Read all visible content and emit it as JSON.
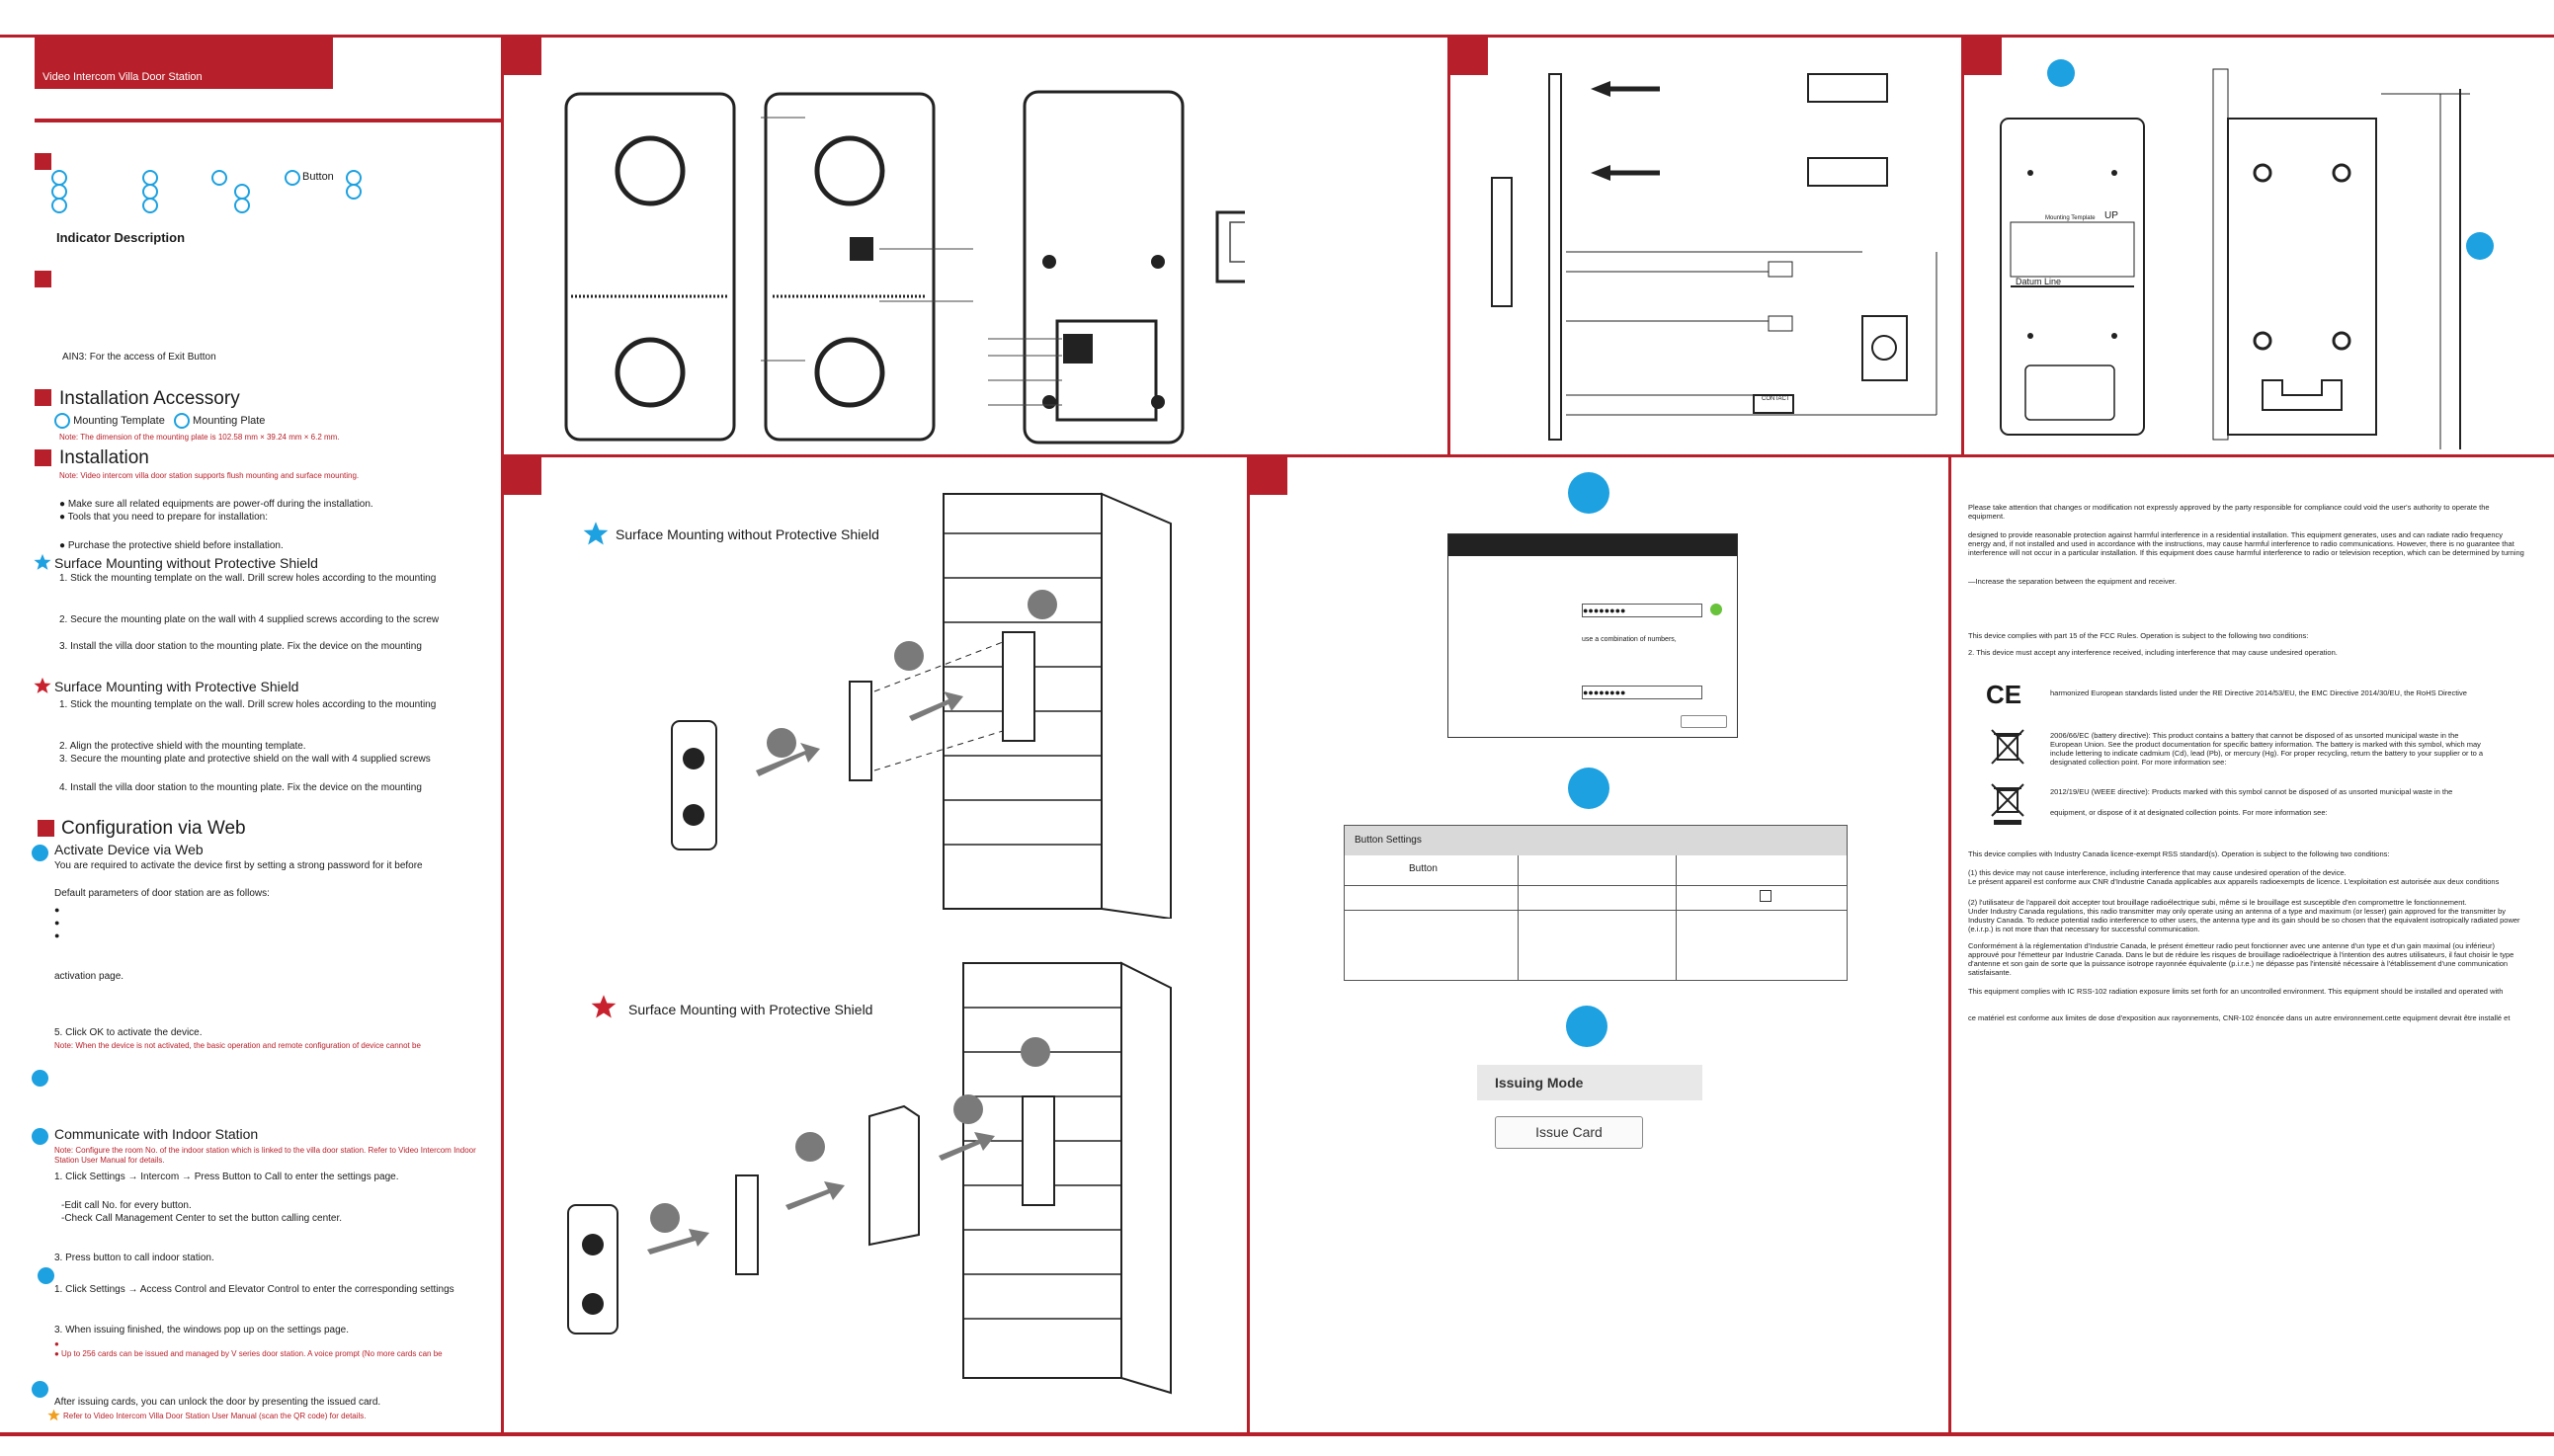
{
  "header": {
    "title": "Video Intercom Villa Door Station"
  },
  "left_column": {
    "button_label": "Button",
    "indicator_heading": "Indicator Description",
    "ain3_text": "AIN3: For the access of Exit Button",
    "accessory_heading": "Installation Accessory",
    "accessory_items": [
      "Mounting Template",
      "Mounting Plate"
    ],
    "accessory_note": "Note: The dimension of the mounting plate is 102.58 mm × 39.24 mm × 6.2 mm.",
    "installation_heading": "Installation",
    "installation_note": "Note: Video intercom villa door station supports flush mounting and surface mounting.",
    "prep_items": [
      "● Make sure all related equipments are power-off during the installation.",
      "● Tools that you need to prepare for installation:"
    ],
    "purchase_item": "● Purchase the protective shield before installation.",
    "surface_no_shield_heading": "Surface Mounting without Protective Shield",
    "no_shield_steps": [
      "1. Stick the mounting template on the wall. Drill screw holes according to the mounting",
      "2. Secure the mounting plate on the wall with 4 supplied screws according to the screw",
      "3. Install the villa door station to the mounting plate. Fix the device on the mounting"
    ],
    "surface_shield_heading": "Surface Mounting with Protective Shield",
    "shield_steps": [
      "1. Stick the mounting template on the wall. Drill screw holes according to the mounting",
      "2. Align the protective shield with the mounting template.",
      "3. Secure the mounting plate and protective shield on the wall with 4 supplied screws",
      "4. Install the villa door station to the mounting plate. Fix the device on the mounting"
    ],
    "config_heading": "Configuration via Web",
    "activate_heading": "Activate Device via Web",
    "activate_text": "You are required to activate the device first by setting a strong password for it before",
    "default_params": "Default parameters of door station are as follows:",
    "activation_page": "activation page.",
    "step5": "5. Click OK to activate the device.",
    "step5_note": "Note: When the device is not activated, the basic operation and remote configuration of device cannot be",
    "communicate_heading": "Communicate with Indoor Station",
    "communicate_note": "Note: Configure the room No. of the indoor station which is linked to the villa door station. Refer to Video Intercom Indoor Station User Manual for details.",
    "comm_step1": "1. Click Settings → Intercom → Press Button to Call to enter the settings page.",
    "comm_sub": [
      "-Edit call No. for every button.",
      "-Check Call Management Center to set the button calling center."
    ],
    "comm_step3": "3. Press button to call indoor station.",
    "card_step1": "1. Click Settings → Access Control and Elevator Control to enter the corresponding settings",
    "card_step3": "3. When issuing finished, the windows pop up on the settings page.",
    "card_note": "● Up to 256 cards can be issued and managed by V series door station. A voice prompt (No more cards can be",
    "after_issuing": "After issuing cards, you can unlock the door by presenting the issued card.",
    "refer_note": "Refer to Video Intercom Villa Door Station User Manual (scan the QR code) for details."
  },
  "mounting_template": {
    "label": "Mounting Template",
    "up": "UP",
    "datum": "Datum Line"
  },
  "mount_panel": {
    "no_shield_title": "Surface Mounting without Protective Shield",
    "shield_title": "Surface Mounting with Protective Shield"
  },
  "web_ui": {
    "password_hint": "use a combination of numbers,",
    "button_settings_title": "Button Settings",
    "button_col": "Button",
    "issuing_mode": "Issuing Mode",
    "issue_card": "Issue Card"
  },
  "wiring": {
    "contact_label": "CONTACT"
  },
  "regulatory": {
    "p1": "Please take attention that changes or modification not expressly approved by the party responsible for compliance could void the user's authority to operate the equipment.",
    "p2": "designed to provide reasonable protection against harmful interference in a residential installation. This equipment generates, uses and can radiate radio frequency energy and, if not installed and used in accordance with the instructions, may cause harmful interference to radio communications. However, there is no guarantee that interference will not occur in a particular installation. If this equipment does cause harmful interference to radio or television reception, which can be determined by turning",
    "p3": "—Increase the separation between the equipment and receiver.",
    "p4": "This device complies with part 15 of the FCC Rules. Operation is subject to the following two conditions:",
    "p5": "2. This device must accept any interference received, including interference that may cause undesired operation.",
    "ce": "harmonized European standards listed under the RE Directive 2014/53/EU, the EMC Directive 2014/30/EU, the RoHS Directive",
    "battery": "2006/66/EC (battery directive): This product contains a battery that cannot be disposed of as unsorted municipal waste in the European Union. See the product documentation for specific battery information. The battery is marked with this symbol, which may include lettering to indicate cadmium (Cd), lead (Pb), or mercury (Hg). For proper recycling, return the battery to your supplier or to a designated collection point. For more information see:",
    "weee": "2012/19/EU (WEEE directive): Products marked with this symbol cannot be disposed of as unsorted municipal waste in the",
    "weee2": "equipment, or dispose of it at designated collection points. For more information see:",
    "ic1": "This device complies with Industry Canada licence-exempt RSS standard(s). Operation is subject to the following two conditions:",
    "ic2": "(1) this device may not cause interference, including interference that may cause undesired operation of the device.",
    "ic3": "Le présent appareil est conforme aux CNR d'Industrie Canada applicables aux appareils radioexempts de licence. L'exploitation est autorisée aux deux conditions",
    "ic4": "(2) l'utilisateur de l'appareil doit accepter tout brouillage radioélectrique subi, même si le brouillage est susceptible d'en compromettre le fonctionnement.",
    "ic5": "Under Industry Canada regulations, this radio transmitter may only operate using an antenna of a type and maximum (or lesser) gain approved for the transmitter by Industry Canada. To reduce potential radio interference to other users, the antenna type and its gain should be so chosen that the equivalent isotropically radiated power (e.i.r.p.) is not more than that necessary for successful communication.",
    "ic6": "Conformément à la réglementation d'Industrie Canada, le présent émetteur radio peut fonctionner avec une antenne d'un type et d'un gain maximal (ou inférieur) approuvé pour l'émetteur par Industrie Canada. Dans le but de réduire les risques de brouillage radioélectrique à l'intention des autres utilisateurs, il faut choisir le type d'antenne et son gain de sorte que la puissance isotrope rayonnée équivalente (p.i.r.e.) ne dépasse pas l'intensité nécessaire à l'établissement d'une communication satisfaisante.",
    "ic7": "This equipment complies with IC RSS-102 radiation exposure limits set forth for an uncontrolled environment. This equipment should be installed and operated with",
    "ic8": "ce matériel est conforme aux limites de dose d'exposition aux rayonnements, CNR-102 énoncée dans un autre environnement.cette equipment devrait être installé et"
  },
  "colors": {
    "brand_red": "#b7202a",
    "accent_blue": "#1da1e0",
    "star_blue": "#1da1e0",
    "star_red": "#c8202c",
    "diagram_gray": "#7a7a7a"
  }
}
